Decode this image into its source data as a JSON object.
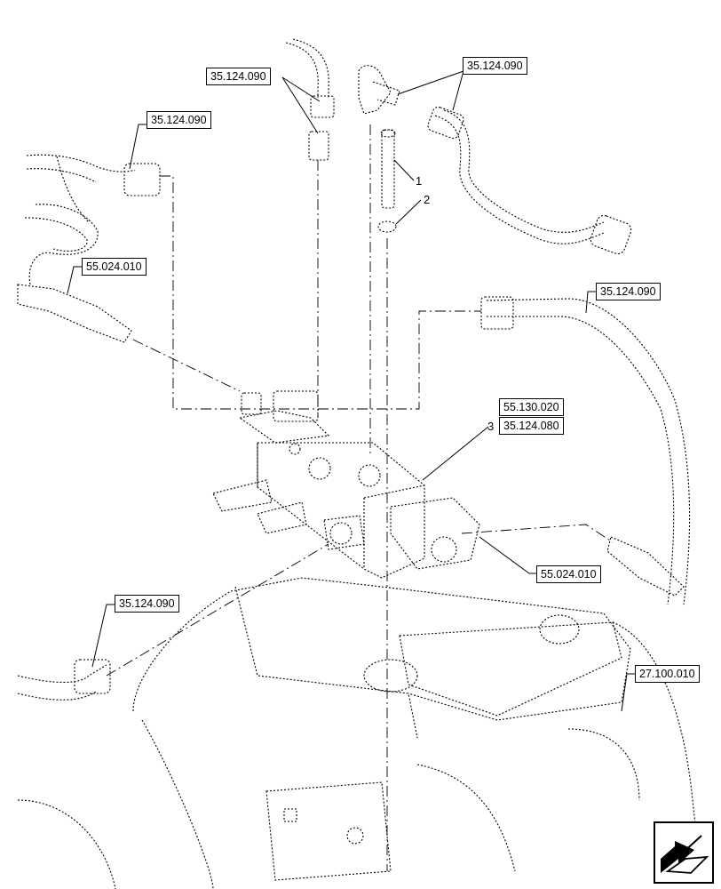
{
  "ref_labels": {
    "top_left_fitting": "35.124.090",
    "top_right_fitting": "35.124.090",
    "left_tube": "35.124.090",
    "left_connector": "55.024.010",
    "right_tube": "35.124.090",
    "valve_upper": "55.130.020",
    "valve_lower": "35.124.080",
    "right_connector": "55.024.010",
    "bottom_left_tube": "35.124.090",
    "housing": "27.100.010"
  },
  "callouts": {
    "screw": "1",
    "washer": "2",
    "valve": "3"
  },
  "nav": {
    "icon": "arrow-next-icon"
  }
}
